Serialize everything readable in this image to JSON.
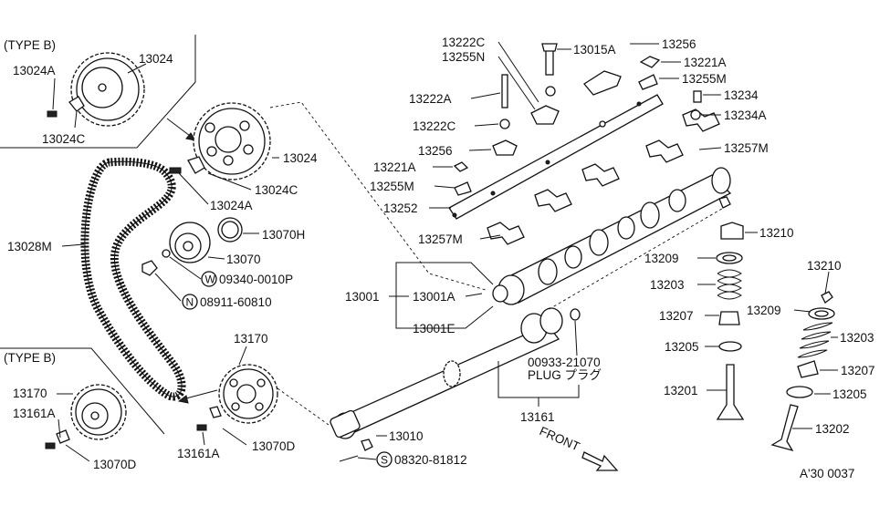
{
  "diagram": {
    "type_b_top": "(TYPE B)",
    "type_b_bottom": "(TYPE B)",
    "front_label": "FRONT",
    "ref_code": "A'30  0037",
    "labels": {
      "p13024_tb": "13024",
      "p13024a_tb": "13024A",
      "p13024c_tb": "13024C",
      "p13024": "13024",
      "p13024c": "13024C",
      "p13024a": "13024A",
      "p13070h": "13070H",
      "p13070": "13070",
      "w_part": "09340-0010P",
      "w_sym": "W",
      "n_part": "08911-60810",
      "n_sym": "N",
      "p13028m": "13028M",
      "p13170_tb": "13170",
      "p13161a_tb": "13161A",
      "p13070d_tb": "13070D",
      "p13170": "13170",
      "p13161a": "13161A",
      "p13070d": "13070D",
      "p13222c_a": "13222C",
      "p13255n": "13255N",
      "p13015a": "13015A",
      "p13256_a": "13256",
      "p13221a_a": "13221A",
      "p13255m_a": "13255M",
      "p13234": "13234",
      "p13234a": "13234A",
      "p13222a": "13222A",
      "p13222c_b": "13222C",
      "p13256_b": "13256",
      "p13221a_b": "13221A",
      "p13255m_b": "13255M",
      "p13252": "13252",
      "p13257m_a": "13257M",
      "p13257m_b": "13257M",
      "p13001": "13001",
      "p13001a": "13001A",
      "p13001e": "13001E",
      "p13210_a": "13210",
      "p13209_a": "13209",
      "p13203_a": "13203",
      "p13207_a": "13207",
      "p13205_a": "13205",
      "p13201": "13201",
      "p13210_b": "13210",
      "p13209_b": "13209",
      "p13203_b": "13203",
      "p13207_b": "13207",
      "p13205_b": "13205",
      "p13202": "13202",
      "plug_part": "00933-21070",
      "plug_text": "PLUG プラグ",
      "p13161": "13161",
      "p13010": "13010",
      "s_part": "08320-81812",
      "s_sym": "S"
    }
  }
}
